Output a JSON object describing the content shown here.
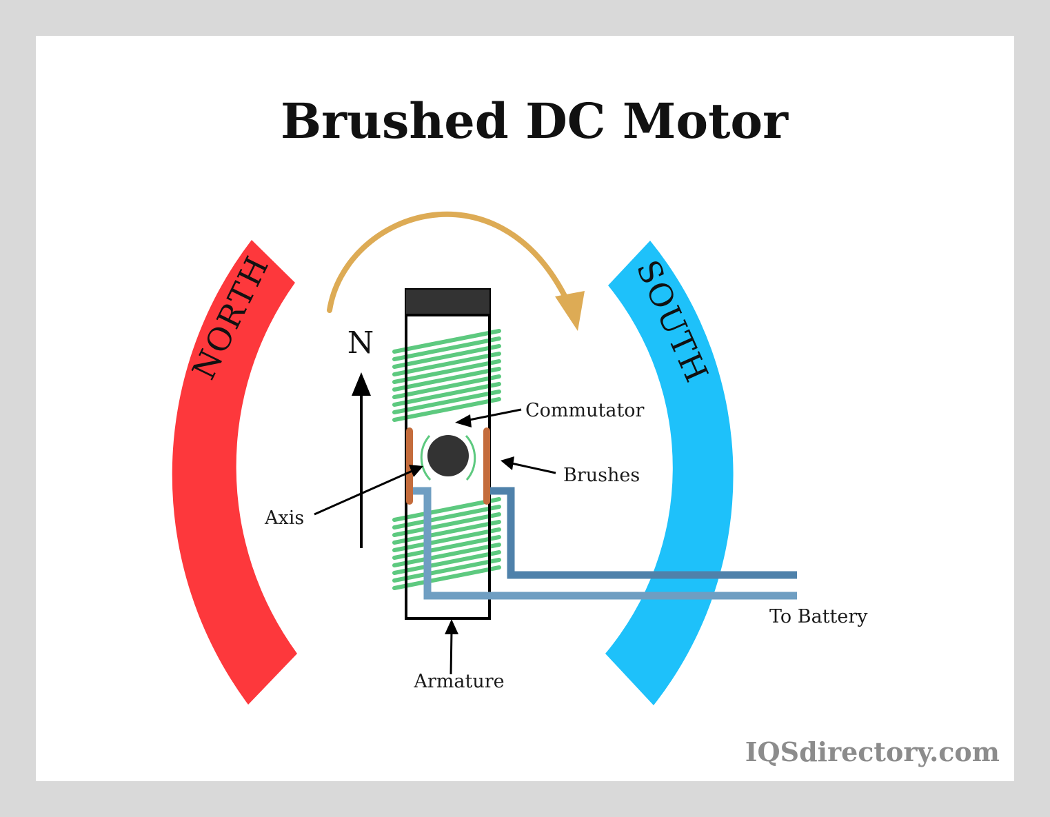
{
  "title": "Brushed DC Motor",
  "poles": {
    "north": {
      "label": "NORTH",
      "color": "#fd383c"
    },
    "south": {
      "label": "SOUTH",
      "color": "#1ec1fa"
    }
  },
  "field_label": "N",
  "labels": {
    "commutator": "Commutator",
    "brushes": "Brushes",
    "axis": "Axis",
    "armature": "Armature",
    "battery": "To Battery"
  },
  "brand": "IQSdirectory.com",
  "colors": {
    "coil": "#5dc97f",
    "rotation_arrow": "#ddab55",
    "brush": "#c46c3c",
    "wire_dark": "#4f81aa",
    "wire_light": "#6f9ec2",
    "armature_cap": "#333333"
  }
}
